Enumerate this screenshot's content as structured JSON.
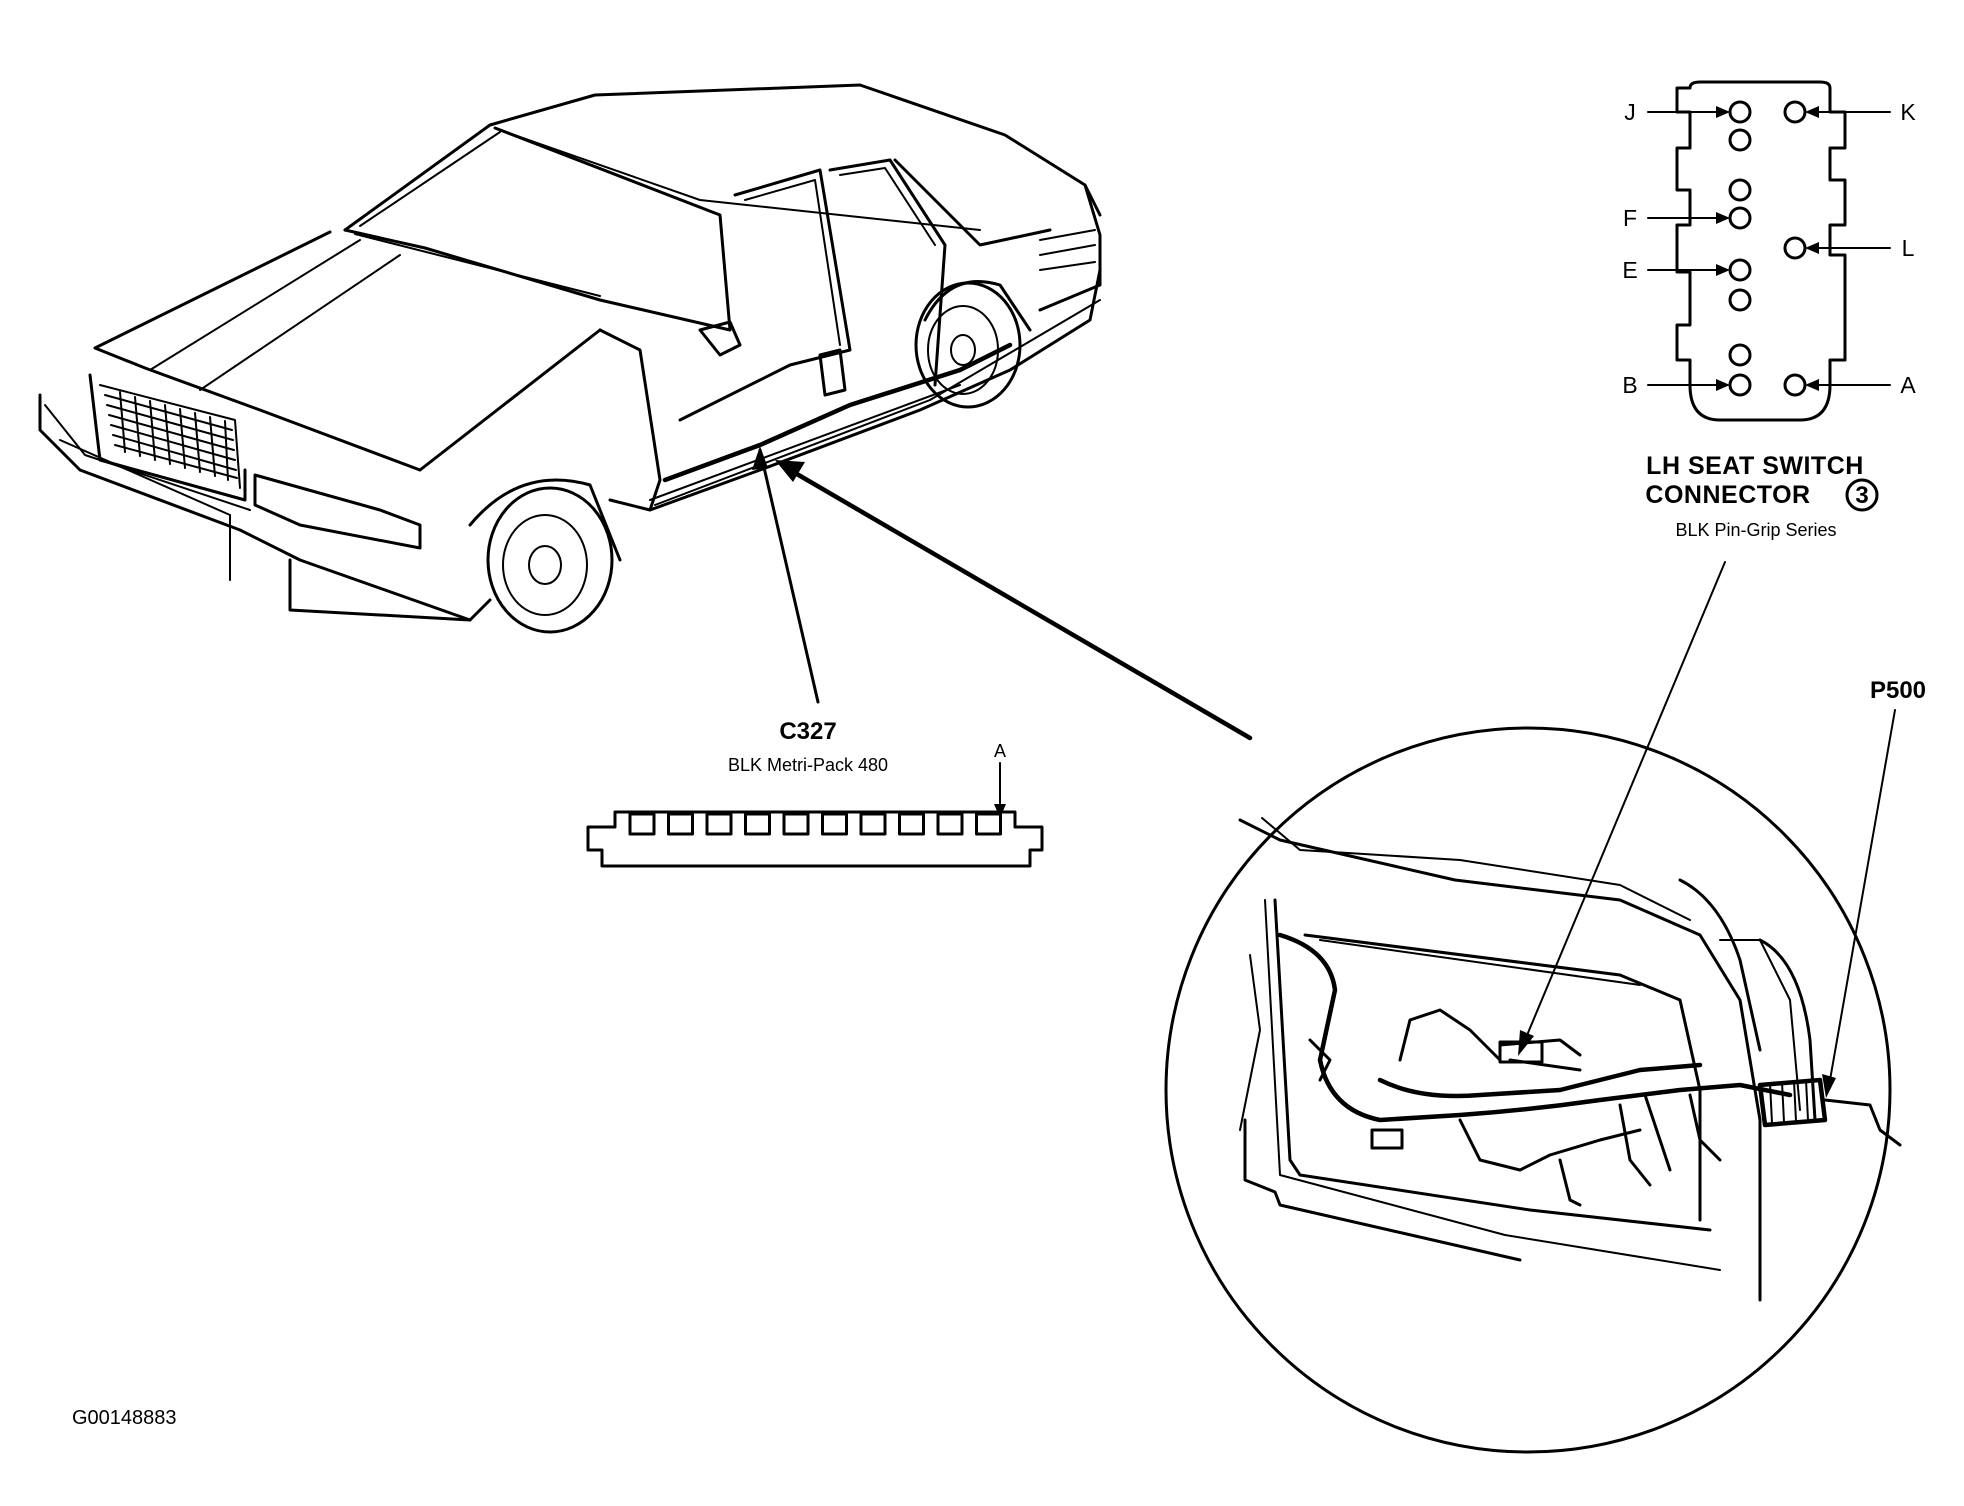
{
  "c327": {
    "label": "C327",
    "description": "BLK Metri-Pack 480",
    "pin_marker": "A",
    "cavity_count": 10
  },
  "lh_seat_connector": {
    "title_line1": "LH SEAT SWITCH",
    "title_line2": "CONNECTOR",
    "badge": "3",
    "description": "BLK Pin-Grip Series",
    "pins": {
      "J": "J",
      "K": "K",
      "F": "F",
      "L": "L",
      "E": "E",
      "B": "B",
      "A": "A"
    }
  },
  "p500": {
    "label": "P500"
  },
  "figure_code": "G00148883"
}
